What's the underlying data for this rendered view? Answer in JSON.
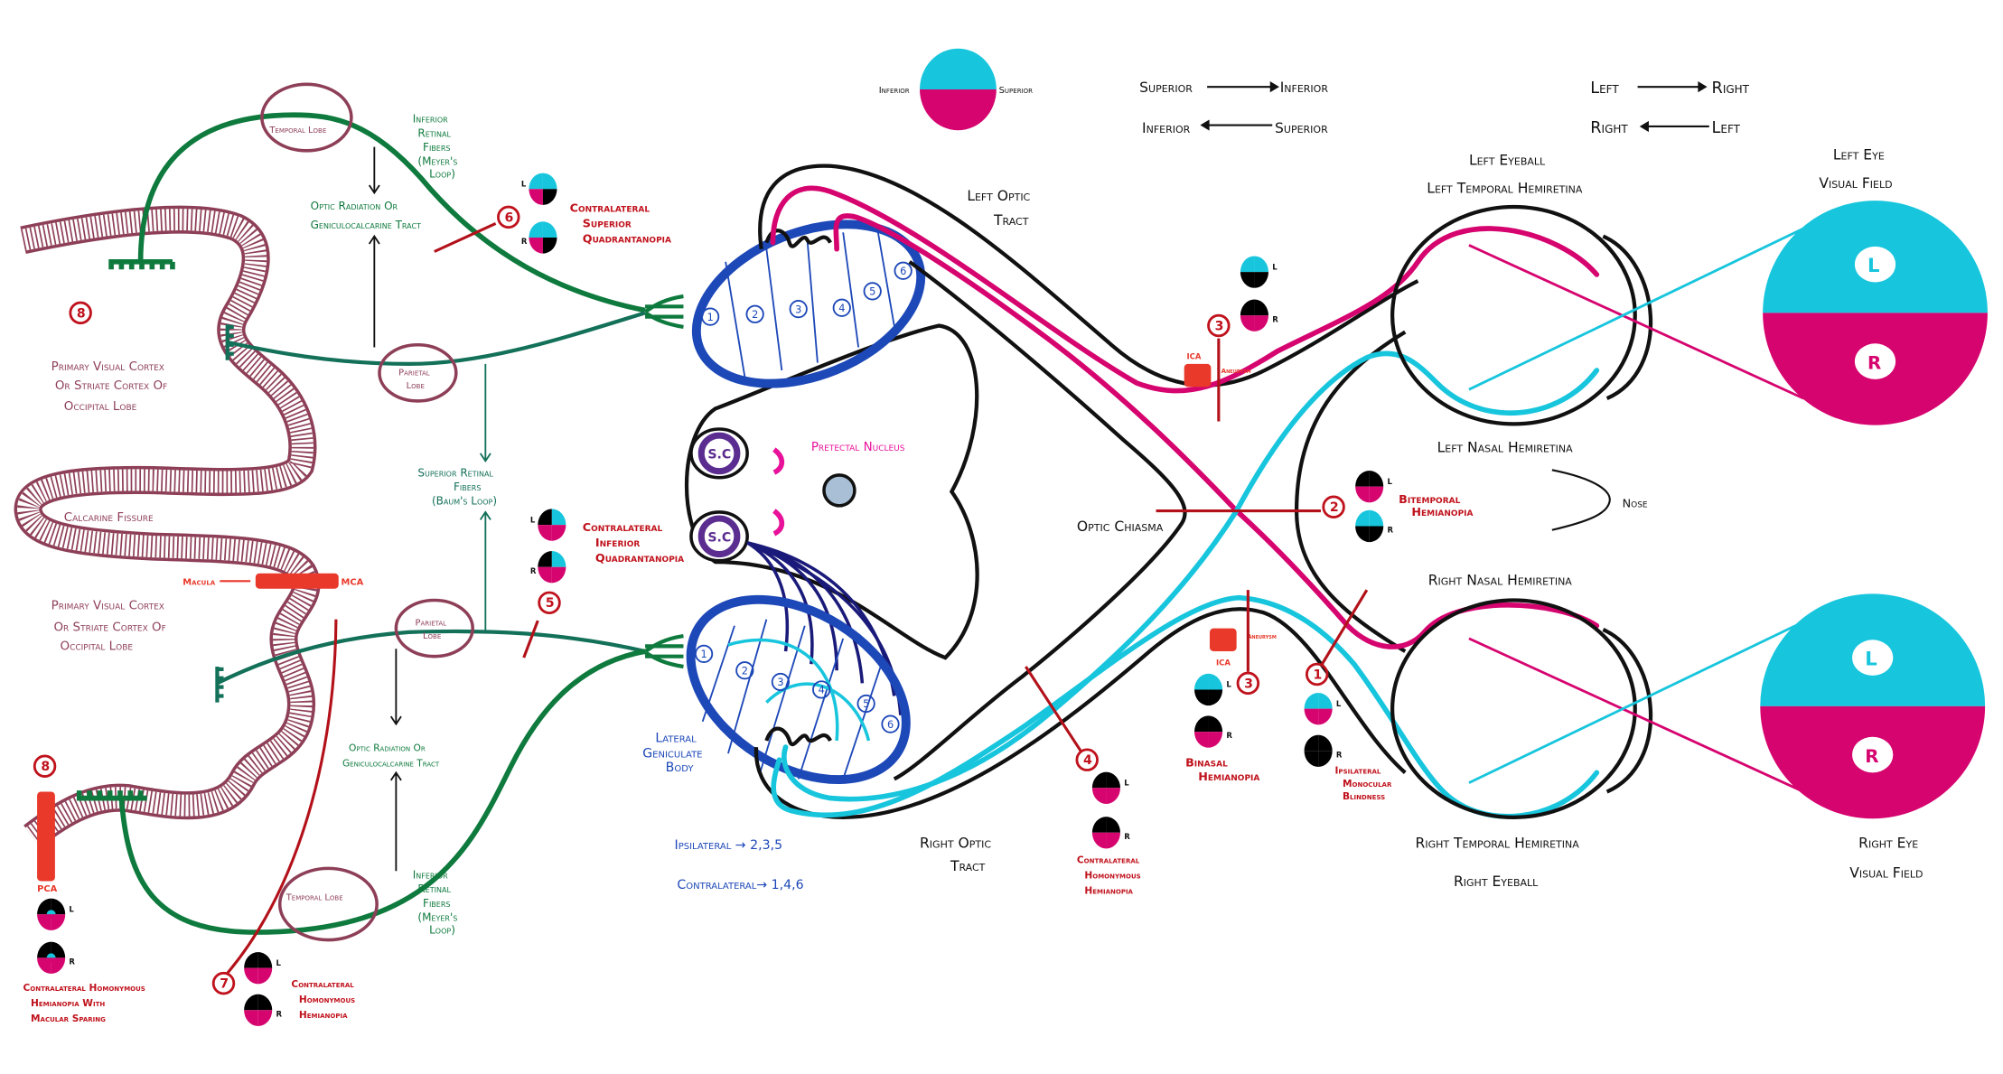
{
  "colors": {
    "cyan": "#17c5dd",
    "magenta": "#d6046f",
    "black": "#000000",
    "lesion": "#b3111a",
    "tract_green": "#0e7a3d",
    "lgn_blue": "#1d48b8",
    "cortex": "#8e3f58",
    "superior_colliculus": "#5b2d90",
    "artery": "#e8392a"
  },
  "legend": {
    "inferior": "Inferior",
    "superior": "Superior"
  },
  "orientation": {
    "row1": {
      "from": "Superior",
      "to": "Inferior"
    },
    "row2": {
      "to": "Inferior",
      "from": "Superior"
    },
    "row3": {
      "from": "Left",
      "to": "Right"
    },
    "row4": {
      "to": "Right",
      "from": "Left"
    }
  },
  "eyes": {
    "left_eyeball": "Left Eyeball",
    "left_temporal": "Left Temporal Hemiretina",
    "left_nasal": "Left Nasal Hemiretina",
    "right_nasal": "Right Nasal Hemiretina",
    "right_temporal": "Right Temporal Hemiretina",
    "right_eyeball": "Right Eyeball",
    "nose": "Nose",
    "left_field": [
      "Left Eye",
      "Visual Field"
    ],
    "right_field": [
      "Right Eye",
      "Visual Field"
    ],
    "field_L": "L",
    "field_R": "R"
  },
  "pathway": {
    "left_optic_tract": [
      "Left Optic",
      "Tract"
    ],
    "right_optic_tract": [
      "Right Optic",
      "Tract"
    ],
    "optic_chiasma": "Optic Chiasma",
    "pretectal": "Pretectal Nucleus",
    "sc": "S.C",
    "lgb": [
      "Lateral",
      "Geniculate",
      "Body"
    ],
    "lgn_layers": [
      "1",
      "2",
      "3",
      "4",
      "5",
      "6"
    ],
    "ipsilateral": "Ipsilateral → 2,3,5",
    "contralateral": "Contralateral→ 1,4,6",
    "ica": "ICA",
    "aneurysm": "Aneurysm"
  },
  "cortex": {
    "temporal_lobe": "Temporal Lobe",
    "parietal_lobe": [
      "Parietal",
      "Lobe"
    ],
    "inferior_fibers": [
      "Inferior",
      "Retinal",
      "Fibers",
      "(Meyer's",
      "Loop)"
    ],
    "superior_fibers": [
      "Superior Retinal",
      "Fibers",
      "(Baum's Loop)"
    ],
    "optic_radiation": [
      "Optic Radiation Or",
      "Geniculocalcarine Tract"
    ],
    "primary_cortex": [
      "Primary Visual Cortex",
      "Or Striate Cortex Of",
      "Occipital Lobe"
    ],
    "calcarine": "Calcarine Fissure",
    "macula": "Macula",
    "mca": "MCA",
    "pca": "PCA"
  },
  "field_letters": {
    "L": "L",
    "R": "R"
  },
  "lesions": {
    "1": {
      "number": "1",
      "name": [
        "Ipsilateral",
        "Monocular",
        "Blindness"
      ],
      "L": [
        "cyan",
        "cyan",
        "magenta",
        "magenta"
      ],
      "R": [
        "black",
        "black",
        "black",
        "black"
      ]
    },
    "2": {
      "number": "2",
      "name": [
        "Bitemporal",
        "Hemianopia"
      ],
      "L": [
        "black",
        "black",
        "magenta",
        "magenta"
      ],
      "R": [
        "cyan",
        "cyan",
        "black",
        "black"
      ]
    },
    "3": {
      "number": "3",
      "name": [
        "Binasal",
        "Hemianopia"
      ],
      "L": [
        "cyan",
        "cyan",
        "black",
        "black"
      ],
      "R": [
        "black",
        "black",
        "magenta",
        "magenta"
      ]
    },
    "4": {
      "number": "4",
      "name": [
        "Contralateral",
        "Homonymous",
        "Hemianopia"
      ],
      "L": [
        "black",
        "black",
        "magenta",
        "magenta"
      ],
      "R": [
        "black",
        "black",
        "magenta",
        "magenta"
      ]
    },
    "5": {
      "number": "5",
      "name": [
        "Contralateral",
        "Inferior",
        "Quadrantanopia"
      ],
      "L": [
        "black",
        "cyan",
        "magenta",
        "magenta"
      ],
      "R": [
        "black",
        "cyan",
        "magenta",
        "magenta"
      ]
    },
    "6": {
      "number": "6",
      "name": [
        "Contralateral",
        "Superior",
        "Quadrantanopia"
      ],
      "L": [
        "cyan",
        "cyan",
        "magenta",
        "black"
      ],
      "R": [
        "cyan",
        "cyan",
        "magenta",
        "black"
      ]
    },
    "7": {
      "number": "7",
      "name": [
        "Contralateral",
        "Homonymous",
        "Hemianopia"
      ],
      "L": [
        "black",
        "black",
        "magenta",
        "magenta"
      ],
      "R": [
        "black",
        "black",
        "magenta",
        "magenta"
      ]
    },
    "8": {
      "number": "8",
      "name": [
        "Contralateral Homonymous",
        "Hemianopia With",
        "Macular Sparing"
      ],
      "L": [
        "black",
        "black",
        "magenta",
        "magenta"
      ],
      "R": [
        "black",
        "black",
        "magenta",
        "magenta"
      ],
      "macular_sparing": true
    }
  }
}
